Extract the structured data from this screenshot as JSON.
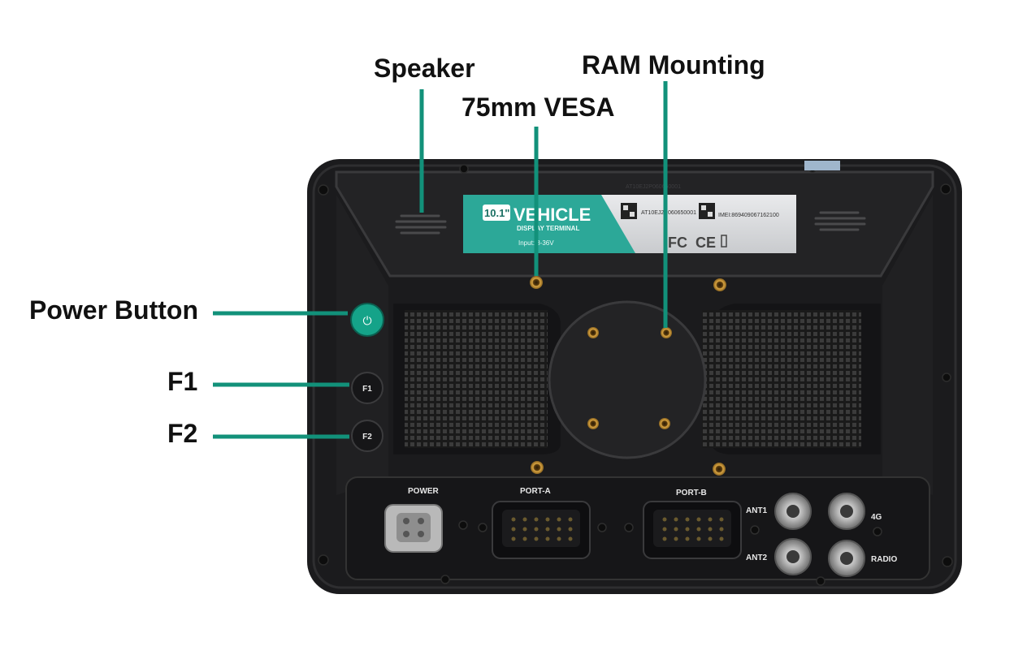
{
  "callouts": {
    "speaker": "Speaker",
    "vesa": "75mm VESA",
    "ram": "RAM Mounting",
    "power": "Power Button",
    "f1": "F1",
    "f2": "F2"
  },
  "device": {
    "label": {
      "size_badge": "10.1\"",
      "title": "VEHICLE",
      "subtitle": "DISPLAY TERMINAL",
      "input": "Input: 8-36V",
      "serial": "AT10EJ2P060650001",
      "imei": "IMEI:869409067162100",
      "top_serial": "AT10EJ2P060650001"
    },
    "buttons": {
      "power_symbol": "⏻",
      "f1": "F1",
      "f2": "F2"
    },
    "ports": {
      "power": "POWER",
      "port_a": "PORT-A",
      "port_b": "PORT-B",
      "ant1": "ANT1",
      "ant2": "ANT2",
      "fourg": "4G",
      "radio": "RADIO"
    }
  },
  "colors": {
    "callout_line": "#12917a",
    "power_button": "#15a389",
    "housing": "#1c1c1e",
    "label_teal": "#2ca898"
  }
}
